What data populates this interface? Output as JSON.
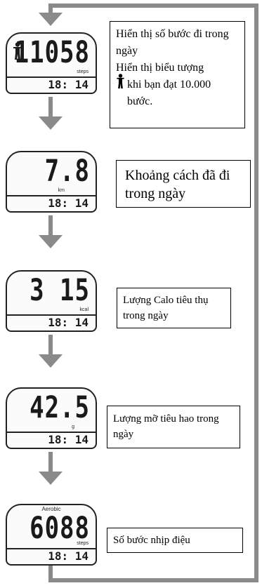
{
  "screens": [
    {
      "value": "11058",
      "unit": "steps",
      "time": "18: 14",
      "mode": "",
      "show_icon": true
    },
    {
      "value": "7.8",
      "unit": "km",
      "time": "18: 14",
      "mode": "",
      "show_icon": false
    },
    {
      "value": "3 15",
      "unit": "kcal",
      "time": "18: 14",
      "mode": "",
      "show_icon": false
    },
    {
      "value": "42.5",
      "unit": "g",
      "time": "18: 14",
      "mode": "",
      "show_icon": false
    },
    {
      "value": "6088",
      "unit": "steps",
      "time": "18: 14",
      "mode": "Aerobic",
      "show_icon": false
    }
  ],
  "descriptions": [
    {
      "line1": "Hiển thị số bước đi trong ngày",
      "line2": "Hiển thị biểu tượng",
      "line3": "khi bạn đạt 10.000 bước."
    },
    {
      "text": "Khoảng cách đã đi trong ngày"
    },
    {
      "text": "Lượng Calo tiêu thụ trong ngày"
    },
    {
      "text": "Lượng mỡ tiêu hao trong ngày"
    },
    {
      "text": "Số bước nhịp điệu"
    }
  ],
  "colors": {
    "flow_line": "#8a8a8a",
    "lcd_border": "#222222",
    "text": "#000000"
  }
}
